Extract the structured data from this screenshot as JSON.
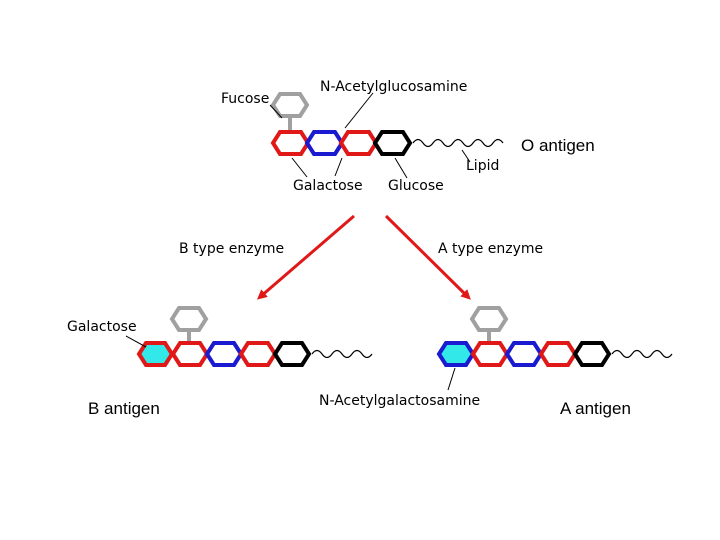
{
  "labels": {
    "fucose": "Fucose",
    "n_acetylglucosamine": "N-Acetylglucosamine",
    "o_antigen": "O antigen",
    "lipid": "Lipid",
    "galactose_top": "Galactose",
    "glucose": "Glucose",
    "b_type_enzyme": "B type enzyme",
    "a_type_enzyme": "A type enzyme",
    "galactose_left": "Galactose",
    "b_antigen": "B antigen",
    "n_acetylgalactosamine": "N-Acetylgalactosamine",
    "a_antigen": "A antigen"
  },
  "colors": {
    "fucose_gray": "#a0a0a0",
    "galactose_red": "#e01818",
    "glcnac_blue": "#1a1ad0",
    "glucose_black": "#000000",
    "added_cyan": "#33e8e8",
    "arrow_red": "#e01818"
  }
}
